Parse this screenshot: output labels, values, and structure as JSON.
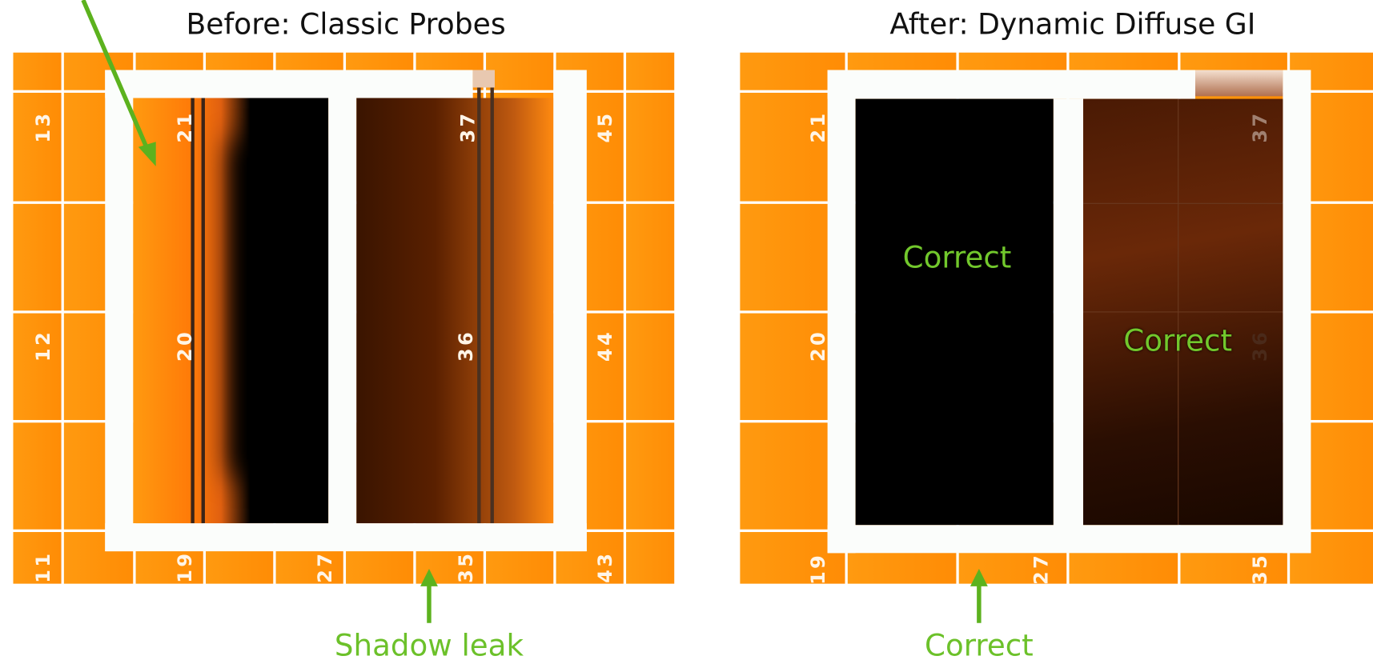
{
  "before": {
    "title": "Before: Classic Probes",
    "probe_numbers": [
      "13",
      "21",
      "37",
      "45",
      "12",
      "20",
      "36",
      "44",
      "11",
      "19",
      "27",
      "35",
      "43"
    ],
    "annotation": "Shadow leak"
  },
  "after": {
    "title": "After: Dynamic Diffuse GI",
    "probe_numbers": [
      "21",
      "37",
      "20",
      "36",
      "19",
      "27",
      "35"
    ],
    "room_labels": [
      "Correct",
      "Correct"
    ],
    "annotation": "Correct"
  },
  "colors": {
    "accent": "#6cc12a",
    "floor": "#ff9410",
    "wall": "#fbfdfb"
  }
}
